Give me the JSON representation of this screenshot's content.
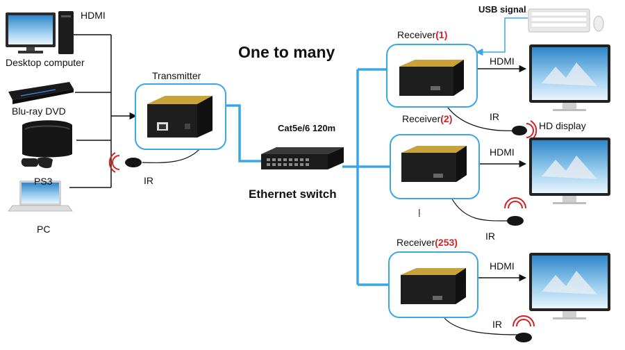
{
  "title": "One to many",
  "sources": {
    "hdmi_label": "HDMI",
    "desktop_label": "Desktop computer",
    "bluray_label": "Blu-ray DVD",
    "ps3_label": "PS3",
    "pc_label": "PC"
  },
  "transmitter": {
    "label": "Transmitter",
    "ir_label": "IR"
  },
  "network": {
    "cable_label": "Cat5e/6 120m",
    "switch_label": "Ethernet switch"
  },
  "receivers": [
    {
      "prefix": "Receiver",
      "number": "(1)",
      "hdmi_label": "HDMI",
      "ir_label": "IR"
    },
    {
      "prefix": "Receiver",
      "number": "(2)",
      "hdmi_label": "HDMI",
      "ir_label": "IR"
    },
    {
      "prefix": "Receiver",
      "number": "(253)",
      "hdmi_label": "HDMI",
      "ir_label": "IR"
    }
  ],
  "usb_label": "USB signal",
  "display_label": "HD display",
  "ellipsis": "......",
  "colors": {
    "link_blue": "#3aa6e8",
    "accent_red": "#d42020",
    "device_black": "#1a1a1a",
    "device_gold": "#c8a23a"
  }
}
